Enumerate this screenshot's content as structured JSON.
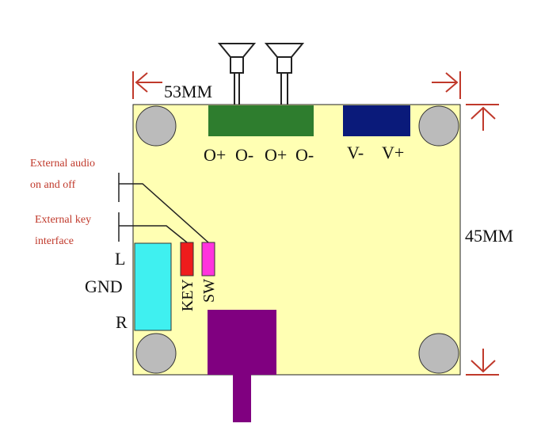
{
  "dimensions": {
    "width_label": "53MM",
    "height_label": "45MM"
  },
  "board": {
    "color": "#ffffb3"
  },
  "speaker_connector": {
    "color": "#2e7d2e",
    "pins": [
      "O+",
      "O-",
      "O+",
      "O-"
    ]
  },
  "power_connector": {
    "color": "#0a1a7a",
    "pins": [
      "V-",
      "V+"
    ]
  },
  "audio_jack": {
    "color": "#3ff0f0",
    "pins": [
      "L",
      "GND",
      "R"
    ]
  },
  "key_pin": {
    "label": "KEY",
    "color": "#ee1c1c"
  },
  "sw_pin": {
    "label": "SW",
    "color": "#ff33dd"
  },
  "annotations": {
    "external_audio_line1": "External audio",
    "external_audio_line2": "on and off",
    "external_key_line1": "External key",
    "external_key_line2": "interface"
  },
  "module_color": "#800080",
  "arrow_color": "#c0392b"
}
